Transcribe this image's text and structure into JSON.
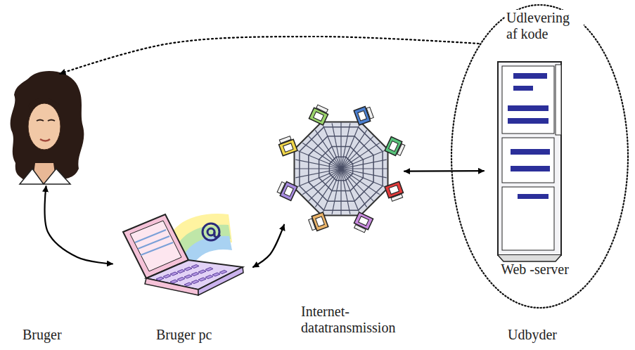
{
  "diagram": {
    "nodes": [
      {
        "text": [
          "Bruger"
        ]
      },
      {
        "text": [
          "Bruger pc"
        ]
      },
      {
        "text": [
          "Internet- datatransmission"
        ]
      },
      {
        "text": [
          "Udlevering af kode",
          "Udbyder"
        ]
      },
      {
        "text": [
          "Web -server"
        ],
        "in": 3
      }
    ],
    "edges": [
      {
        "from": 0,
        "to": 1,
        "arrow": "both"
      },
      {
        "from": 1,
        "to": 2,
        "arrow": "both"
      },
      {
        "from": 2,
        "to": 4,
        "arrow": "both"
      },
      {
        "from": 3,
        "to": 0,
        "arrow": "to"
      }
    ]
  }
}
